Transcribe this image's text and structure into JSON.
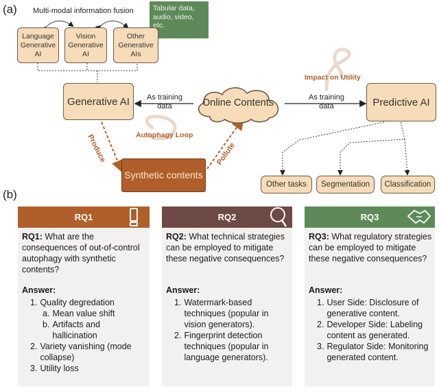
{
  "panel_a_label": "(a)",
  "panel_b_label": "(b)",
  "top_caption": "Multi-modal information fusion",
  "modality_note": "Tabular data, audio, video, etc.",
  "boxes": {
    "language_ai": "Language Generative AI",
    "vision_ai": "Vision Generative AI",
    "other_ai": "Other Generative AIs",
    "generative_ai": "Generative AI",
    "online_contents": "Online Contents",
    "predictive_ai": "Predictive AI",
    "synthetic": "Synthetic contents"
  },
  "arrow_labels": {
    "training_left": "As training data",
    "training_right": "As training data",
    "produce": "Produce",
    "pollute": "Pollute",
    "autophagy_loop": "Autophagy Loop",
    "impact_on_utility": "Impact on Utility"
  },
  "tasks": [
    "Other tasks",
    "Segmentation",
    "Classification"
  ],
  "colors": {
    "box_fill": "#f6dcb8",
    "rq1": "#b05f2a",
    "rq2": "#6e4a45",
    "rq3": "#5e8a5a"
  },
  "rq": [
    {
      "title": "RQ1",
      "q_label": "RQ1:",
      "question": "What are the consequences of out-of-control autophagy with synthetic contents?",
      "answer_title": "Answer:",
      "answers": [
        {
          "num": "1.",
          "text": "Quality degredation"
        },
        {
          "num": "a.",
          "text": "Mean value shift",
          "sub": true
        },
        {
          "num": "b.",
          "text": "Artifacts and hallicination",
          "sub": true
        },
        {
          "num": "2.",
          "text": "Variety vanishing (mode collapse)"
        },
        {
          "num": "3.",
          "text": "Utility loss"
        }
      ]
    },
    {
      "title": "RQ2",
      "q_label": "RQ2:",
      "question": "What technical strategies can be employed to mitigate these negative consequences?",
      "answer_title": "Answer:",
      "answers": [
        {
          "num": "1.",
          "text": "Watermark-based techniques (popular in vision generators)."
        },
        {
          "num": "2.",
          "text": "Fingerprint detection techniques (popular in language generators)."
        }
      ]
    },
    {
      "title": "RQ3",
      "q_label": "RQ3:",
      "question": "What regulatory strategies can be employed to mitigate these negative consequences?",
      "answer_title": "Answer:",
      "answers": [
        {
          "num": "1.",
          "text": "User Side: Disclosure of generative content."
        },
        {
          "num": "2.",
          "text": "Developer Side: Labeling content as generated."
        },
        {
          "num": "3.",
          "text": "Regulator Side: Monitoring generated content."
        }
      ]
    }
  ]
}
